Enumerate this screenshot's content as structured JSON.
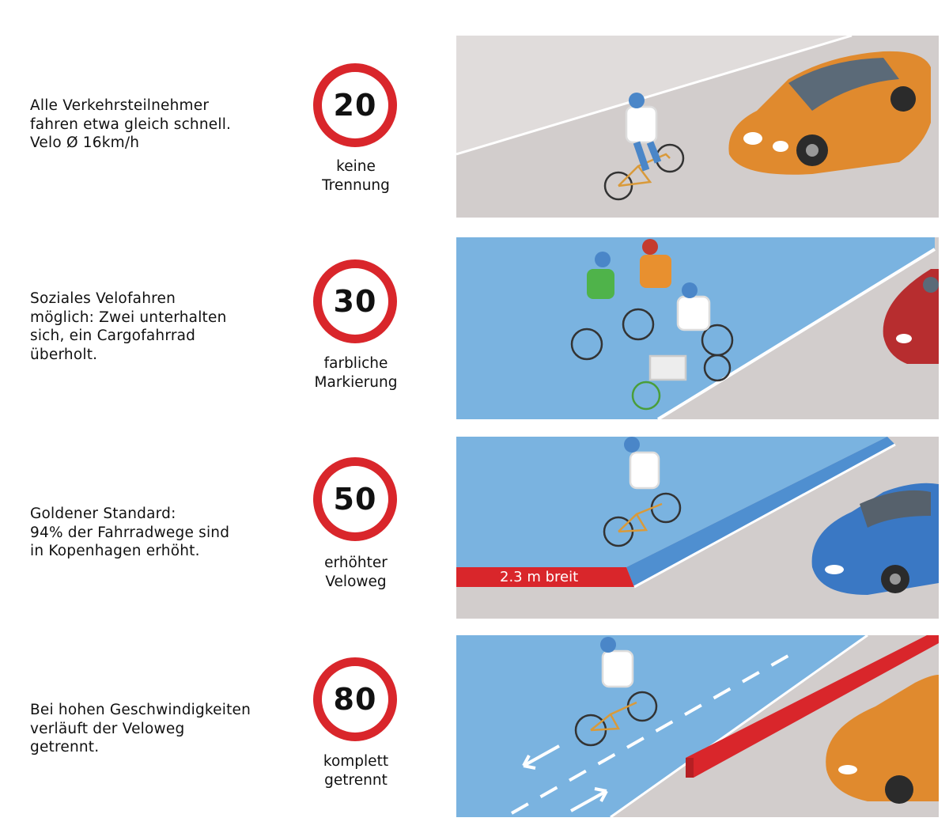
{
  "rows": [
    {
      "description": "Alle Verkehrsteilnehmer\nfahren etwa gleich schnell.\nVelo Ø 16km/h",
      "speed": "20",
      "caption": "keine\nTrennung",
      "scene": "mixed-traffic"
    },
    {
      "description": "Soziales Velofahren\nmöglich: Zwei unterhalten\nsich, ein Cargofahrrad\nüberholt.",
      "speed": "30",
      "caption": "farbliche\nMarkierung",
      "scene": "painted-lane"
    },
    {
      "description": "Goldener Standard:\n94% der Fahrradwege sind\nin Kopenhagen erhöht.",
      "speed": "50",
      "caption": "erhöhter\nVeloweg",
      "scene": "raised-lane",
      "width_label": "2.3 m breit"
    },
    {
      "description": "Bei hohen Geschwindigkeiten\nverläuft der Veloweg\ngetrennt.",
      "speed": "80",
      "caption": "komplett\ngetrennt",
      "scene": "separated-lane"
    }
  ],
  "colors": {
    "sign_red": "#d9262b",
    "road_grey": "#d2cdcc",
    "lane_blue": "#7ab3e0",
    "barrier_red": "#d9262b",
    "car_orange": "#e08a2e",
    "car_red": "#b72d2f",
    "car_blue": "#3a78c4"
  }
}
